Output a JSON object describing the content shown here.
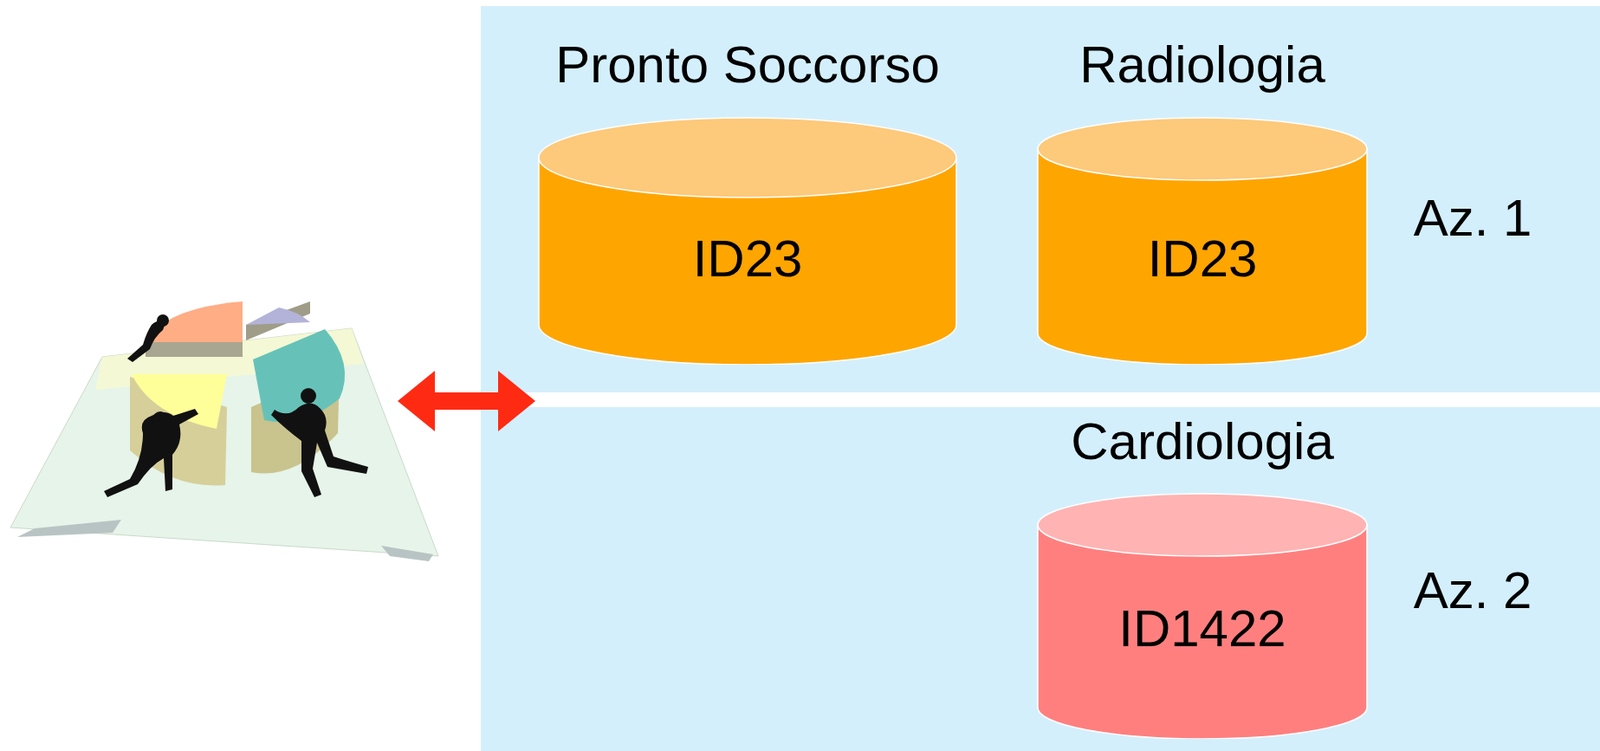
{
  "diagram": {
    "nodes": [
      {
        "text": [
          "Az. 1"
        ]
      },
      {
        "text": [
          "Pronto Soccorso",
          "ID23"
        ],
        "in": 0
      },
      {
        "text": [
          "Radiologia",
          "ID23"
        ],
        "in": 0
      },
      {
        "text": [
          "Az. 2"
        ]
      },
      {
        "text": [
          "Cardiologia",
          "ID1422"
        ],
        "in": 3
      }
    ]
  }
}
